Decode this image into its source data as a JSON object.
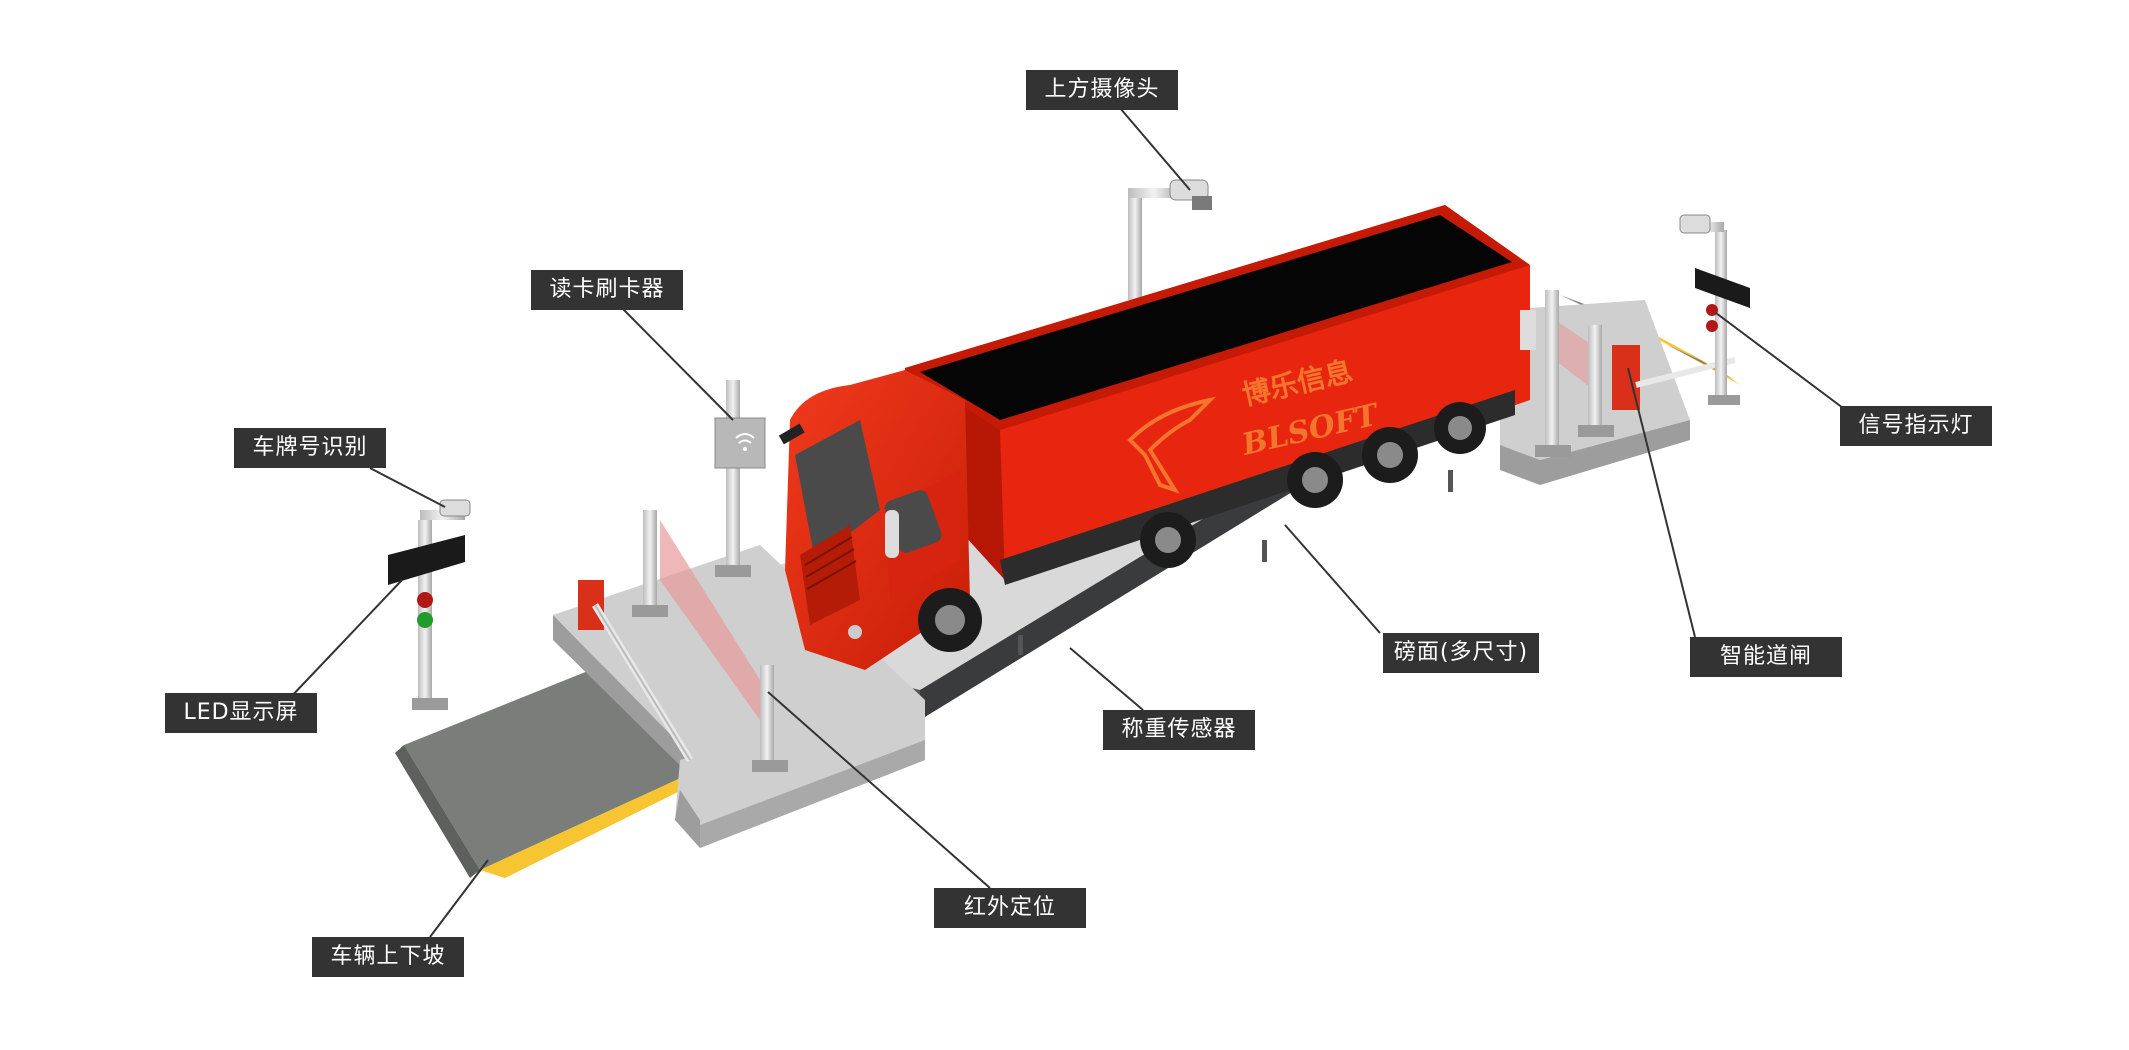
{
  "labels": {
    "top_camera": "上方摄像头",
    "card_reader": "读卡刷卡器",
    "plate_recognition": "车牌号识别",
    "led_display": "LED显示屏",
    "ramp": "车辆上下坡",
    "infrared": "红外定位",
    "load_sensor": "称重传感器",
    "platform": "磅面(多尺寸)",
    "barrier_gate": "智能道闸",
    "signal_light": "信号指示灯"
  },
  "truck": {
    "brand_cn": "博乐信息",
    "brand_en": "BLSOFT"
  },
  "colors": {
    "truck_red": "#e8260f",
    "label_bg": "#333333",
    "ramp_yellow": "#f7c531",
    "platform_gray": "#d9d9d9"
  }
}
